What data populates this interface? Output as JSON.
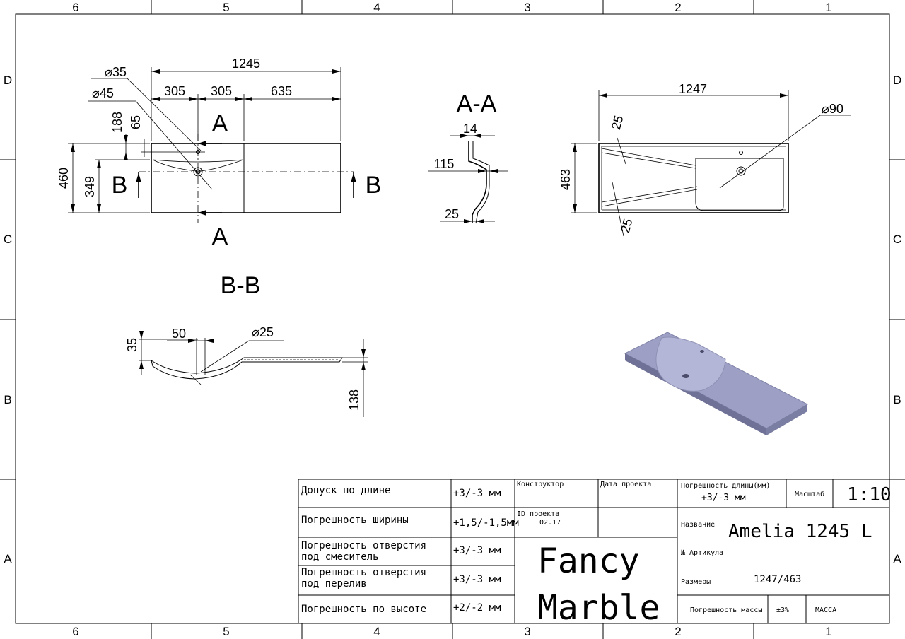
{
  "zones": {
    "columns_top": [
      "6",
      "5",
      "4",
      "3",
      "2",
      "1"
    ],
    "columns_bottom": [
      "6",
      "5",
      "4",
      "3",
      "2",
      "1"
    ],
    "rows_left": [
      "D",
      "C",
      "B",
      "A"
    ],
    "rows_right": [
      "D",
      "C",
      "B",
      "A"
    ]
  },
  "plan_view": {
    "overall_width": "1245",
    "d35": "35",
    "d45": "45",
    "w305a": "305",
    "w305b": "305",
    "w635": "635",
    "h460": "460",
    "h349": "349",
    "h188": "188",
    "h65": "65",
    "section_a_top": "A",
    "section_a_bottom": "A",
    "section_b_left": "B",
    "section_b_right": "B"
  },
  "section_aa": {
    "title": "A-A",
    "d14": "14",
    "d115": "115",
    "d25": "25"
  },
  "section_bb": {
    "title": "B-B",
    "d50": "50",
    "d25": "25",
    "d35": "35",
    "d138": "138"
  },
  "bottom_view": {
    "width": "1247",
    "d90": "90",
    "d25a": "25",
    "d25b": "25",
    "h463": "463"
  },
  "diameter_symbol": "⌀",
  "title_block": {
    "tolerances": [
      {
        "label": "Допуск по длине",
        "value": "+3/-3 мм"
      },
      {
        "label": "Погрешность ширины",
        "value": "+1,5/-1,5мм"
      },
      {
        "label": "Погрешность отверстия под смеситель",
        "value": "+3/-3 мм"
      },
      {
        "label": "Погрешность отверстия под перелив",
        "value": "+3/-3 мм"
      },
      {
        "label": "Погрешность по высоте",
        "value": "+2/-2 мм"
      }
    ],
    "designer_label": "Конструктор",
    "project_date_label": "Дата проекта",
    "project_id_label": "ID проекта",
    "project_id_value": "02.17",
    "logo_line1": "Fancy",
    "logo_line2": "Marble",
    "length_tol_label": "Погрешность длины(мм)",
    "length_tol_value": "+3/-3 мм",
    "scale_label": "Масштаб",
    "scale_value": "1:10",
    "name_label": "Название",
    "name_value": "Amelia 1245 L",
    "article_label": "№ Артикула",
    "size_label": "Размеры",
    "size_value": "1247/463",
    "mass_tol_label": "Погрешность массы",
    "mass_tol_value": "±3%",
    "mass_label": "МАССА"
  }
}
